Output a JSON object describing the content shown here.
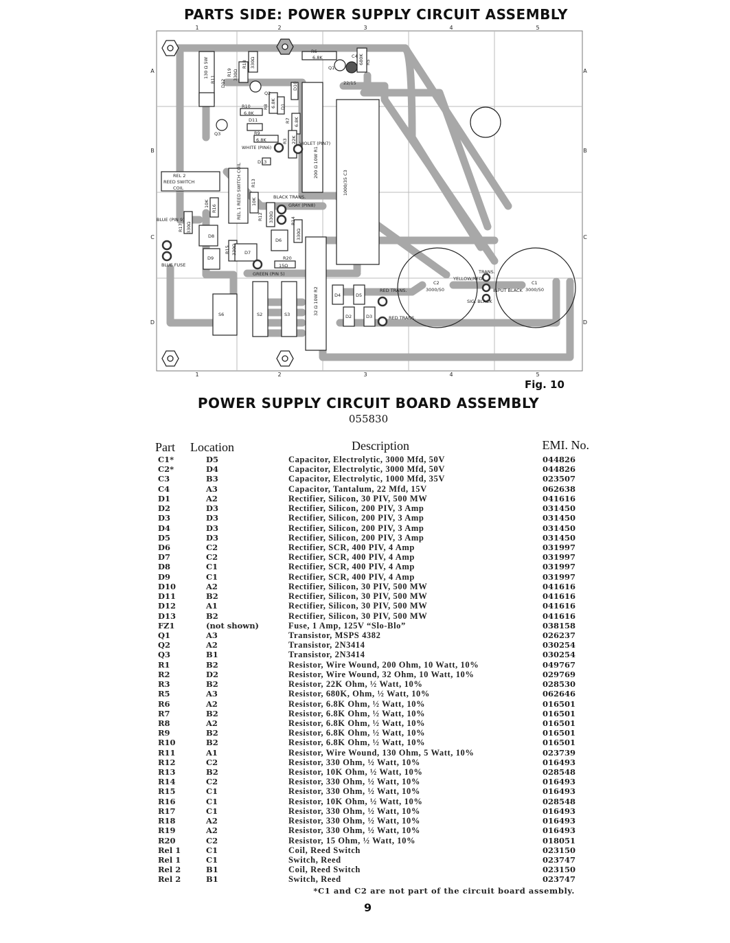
{
  "diagram": {
    "title": "PARTS SIDE: POWER SUPPLY CIRCUIT ASSEMBLY",
    "columns": [
      "1",
      "2",
      "3",
      "4",
      "5"
    ],
    "rows": [
      "A",
      "B",
      "C",
      "D"
    ],
    "labels": [
      "R6",
      "6.8K",
      "C4",
      "680K",
      "R5",
      "Q1",
      "22/15",
      "130 Ω 5W",
      "R11",
      "R18",
      "330Ω",
      "R19",
      "330Ω",
      "D12",
      "Q2",
      "R10",
      "6.8K",
      "R8",
      "6.8K",
      "D10",
      "D1",
      "Q3",
      "D11",
      "R9",
      "6.8K",
      "R7",
      "6.8K",
      "R3",
      "22K",
      "WHITE (PIN6)",
      "VIOLET (PIN7)",
      "D13",
      "200 Ω 10W R1",
      "1000/35 C3",
      "REL 2",
      "REED SWITCH",
      "COIL",
      "R16",
      "10K",
      "REL 1 REED SWITCH COIL",
      "R13",
      "10K",
      "R12",
      "330Ω",
      "BLACK TRANS.",
      "GRAY (PIN8)",
      "R14",
      "330Ω",
      "R17",
      "330Ω",
      "D8",
      "D9",
      "R15",
      "330Ω",
      "D7",
      "D6",
      "BLUE (PIN 9)",
      "BLUE FUSE",
      "R20",
      "15Ω",
      "GREEN (PIN 5)",
      "S6",
      "S2",
      "S3",
      "32 Ω 10W R2",
      "D4",
      "D5",
      "D2",
      "D3",
      "RED TRANS.",
      "RED TRANS.",
      "C2",
      "3000/50",
      "TRANS.",
      "YELLOW/RED",
      "INPUT BLACK",
      "SIG. BLACK",
      "C1",
      "3000/50"
    ],
    "figure": "Fig. 10"
  },
  "parts_list": {
    "title": "POWER SUPPLY CIRCUIT BOARD ASSEMBLY",
    "number": "055830",
    "headers": {
      "part": "Part",
      "location": "Location",
      "description": "Description",
      "emi": "EMI. No."
    },
    "rows": [
      {
        "part": "C1*",
        "location": "D5",
        "description": "Capacitor, Electrolytic, 3000 Mfd, 50V",
        "emi": "044826"
      },
      {
        "part": "C2*",
        "location": "D4",
        "description": "Capacitor, Electrolytic, 3000 Mfd, 50V",
        "emi": "044826"
      },
      {
        "part": "C3",
        "location": "B3",
        "description": "Capacitor, Electrolytic, 1000 Mfd, 35V",
        "emi": "023507"
      },
      {
        "part": "C4",
        "location": "A3",
        "description": "Capacitor, Tantalum, 22 Mfd, 15V",
        "emi": "062638"
      },
      {
        "part": "D1",
        "location": "A2",
        "description": "Rectifier, Silicon, 30 PIV, 500 MW",
        "emi": "041616"
      },
      {
        "part": "D2",
        "location": "D3",
        "description": "Rectifier, Silicon, 200 PIV, 3 Amp",
        "emi": "031450"
      },
      {
        "part": "D3",
        "location": "D3",
        "description": "Rectifier, Silicon, 200 PIV, 3 Amp",
        "emi": "031450"
      },
      {
        "part": "D4",
        "location": "D3",
        "description": "Rectifier, Silicon, 200 PIV, 3 Amp",
        "emi": "031450"
      },
      {
        "part": "D5",
        "location": "D3",
        "description": "Rectifier, Silicon, 200 PIV, 3 Amp",
        "emi": "031450"
      },
      {
        "part": "D6",
        "location": "C2",
        "description": "Rectifier, SCR, 400 PIV, 4 Amp",
        "emi": "031997"
      },
      {
        "part": "D7",
        "location": "C2",
        "description": "Rectifier, SCR, 400 PIV, 4 Amp",
        "emi": "031997"
      },
      {
        "part": "D8",
        "location": "C1",
        "description": "Rectifier, SCR, 400 PIV, 4 Amp",
        "emi": "031997"
      },
      {
        "part": "D9",
        "location": "C1",
        "description": "Rectifier, SCR, 400 PIV, 4 Amp",
        "emi": "031997"
      },
      {
        "part": "D10",
        "location": "A2",
        "description": "Rectifier, Silicon, 30 PIV, 500 MW",
        "emi": "041616"
      },
      {
        "part": "D11",
        "location": "B2",
        "description": "Rectifier, Silicon, 30 PIV, 500 MW",
        "emi": "041616"
      },
      {
        "part": "D12",
        "location": "A1",
        "description": "Rectifier, Silicon, 30 PIV, 500 MW",
        "emi": "041616"
      },
      {
        "part": "D13",
        "location": "B2",
        "description": "Rectifier, Silicon, 30 PIV, 500 MW",
        "emi": "041616"
      },
      {
        "part": "FZ1",
        "location": "(not shown)",
        "description": "Fuse, 1 Amp, 125V “Slo-Blo”",
        "emi": "038158"
      },
      {
        "part": "Q1",
        "location": "A3",
        "description": "Transistor, MSPS 4382",
        "emi": "026237"
      },
      {
        "part": "Q2",
        "location": "A2",
        "description": "Transistor, 2N3414",
        "emi": "030254"
      },
      {
        "part": "Q3",
        "location": "B1",
        "description": "Transistor, 2N3414",
        "emi": "030254"
      },
      {
        "part": "R1",
        "location": "B2",
        "description": "Resistor, Wire Wound, 200 Ohm, 10 Watt, 10%",
        "emi": "049767"
      },
      {
        "part": "R2",
        "location": "D2",
        "description": "Resistor, Wire Wound, 32 Ohm, 10 Watt, 10%",
        "emi": "029769"
      },
      {
        "part": "R3",
        "location": "B2",
        "description": "Resistor, 22K Ohm, ½ Watt, 10%",
        "emi": "028530"
      },
      {
        "part": "R5",
        "location": "A3",
        "description": "Resistor, 680K, Ohm, ½ Watt, 10%",
        "emi": "062646"
      },
      {
        "part": "R6",
        "location": "A2",
        "description": "Resistor, 6.8K Ohm, ½ Watt, 10%",
        "emi": "016501"
      },
      {
        "part": "R7",
        "location": "B2",
        "description": "Resistor, 6.8K Ohm, ½ Watt, 10%",
        "emi": "016501"
      },
      {
        "part": "R8",
        "location": "A2",
        "description": "Resistor, 6.8K Ohm, ½ Watt, 10%",
        "emi": "016501"
      },
      {
        "part": "R9",
        "location": "B2",
        "description": "Resistor, 6.8K Ohm, ½ Watt, 10%",
        "emi": "016501"
      },
      {
        "part": "R10",
        "location": "B2",
        "description": "Resistor, 6.8K Ohm, ½ Watt, 10%",
        "emi": "016501"
      },
      {
        "part": "R11",
        "location": "A1",
        "description": "Resistor, Wire Wound, 130 Ohm, 5 Watt, 10%",
        "emi": "023739"
      },
      {
        "part": "R12",
        "location": "C2",
        "description": "Resistor, 330 Ohm, ½ Watt, 10%",
        "emi": "016493"
      },
      {
        "part": "R13",
        "location": "B2",
        "description": "Resistor, 10K Ohm, ½ Watt, 10%",
        "emi": "028548"
      },
      {
        "part": "R14",
        "location": "C2",
        "description": "Resistor, 330 Ohm, ½ Watt, 10%",
        "emi": "016493"
      },
      {
        "part": "R15",
        "location": "C1",
        "description": "Resistor, 330 Ohm, ½ Watt, 10%",
        "emi": "016493"
      },
      {
        "part": "R16",
        "location": "C1",
        "description": "Resistor, 10K Ohm, ½ Watt, 10%",
        "emi": "028548"
      },
      {
        "part": "R17",
        "location": "C1",
        "description": "Resistor, 330 Ohm, ½ Watt, 10%",
        "emi": "016493"
      },
      {
        "part": "R18",
        "location": "A2",
        "description": "Resistor, 330 Ohm, ½ Watt, 10%",
        "emi": "016493"
      },
      {
        "part": "R19",
        "location": "A2",
        "description": "Resistor, 330 Ohm, ½ Watt, 10%",
        "emi": "016493"
      },
      {
        "part": "R20",
        "location": "C2",
        "description": "Resistor, 15 Ohm, ½ Watt, 10%",
        "emi": "018051"
      },
      {
        "part": "Rel 1",
        "location": "C1",
        "description": "Coil, Reed Switch",
        "emi": "023150"
      },
      {
        "part": "Rel 1",
        "location": "C1",
        "description": "Switch, Reed",
        "emi": "023747"
      },
      {
        "part": "Rel 2",
        "location": "B1",
        "description": "Coil, Reed Switch",
        "emi": "023150"
      },
      {
        "part": "Rel 2",
        "location": "B1",
        "description": "Switch, Reed",
        "emi": "023747"
      }
    ],
    "footnote": "*C1 and C2 are not part of the circuit board assembly."
  },
  "page_number": "9"
}
